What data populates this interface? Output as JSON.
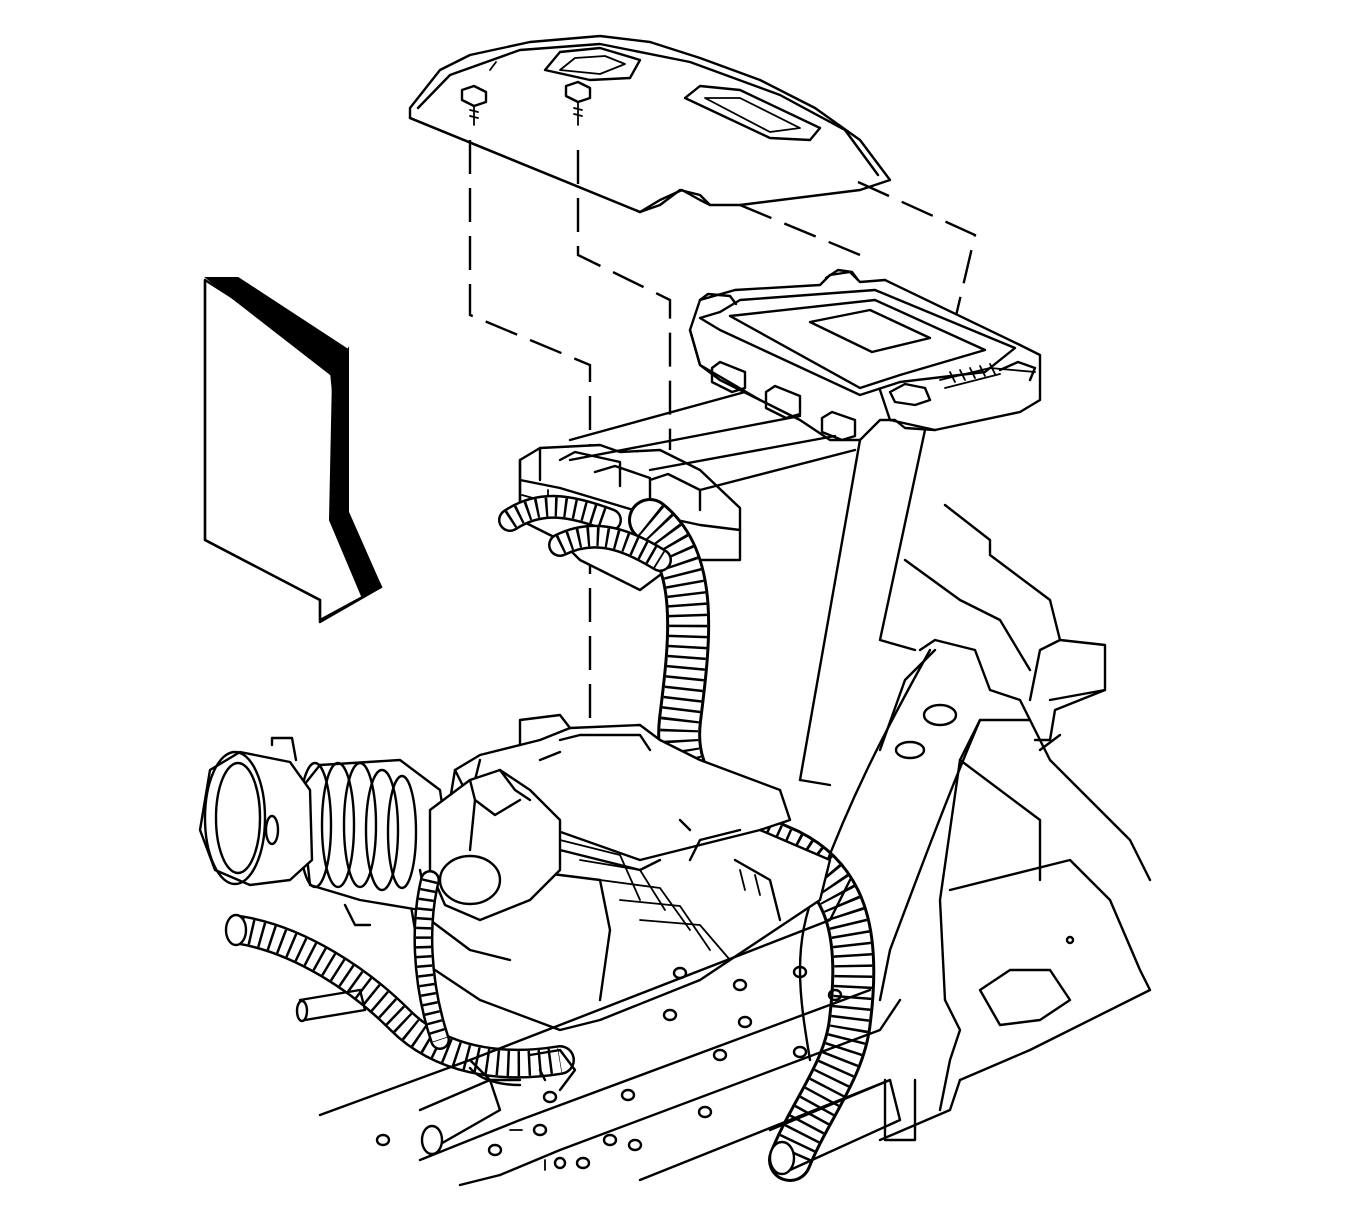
{
  "diagram": {
    "kind": "exploded-view line drawing",
    "view_direction_arrow": "arrow-icon",
    "parts": [
      {
        "id": "cover",
        "icon": "module-cover-icon"
      },
      {
        "id": "bolts",
        "icon": "bolt-icon",
        "count": 2
      },
      {
        "id": "module",
        "icon": "control-module-icon"
      },
      {
        "id": "connectors",
        "icon": "harness-connector-icon",
        "count": 3
      },
      {
        "id": "harness",
        "icon": "wiring-harness-icon"
      },
      {
        "id": "intake",
        "icon": "air-intake-duct-icon"
      },
      {
        "id": "air-cleaner",
        "icon": "air-cleaner-housing-icon"
      },
      {
        "id": "frame",
        "icon": "frame-rail-icon"
      }
    ],
    "colors": {
      "line": "#000000",
      "background": "#ffffff"
    }
  }
}
